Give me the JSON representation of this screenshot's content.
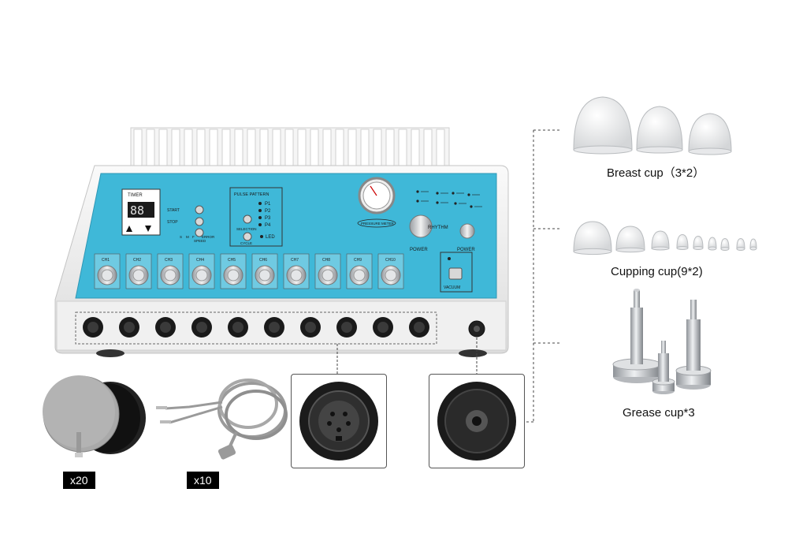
{
  "panel": {
    "timer_label": "TIMER",
    "timer_display": "88",
    "start_label": "START",
    "stop_label": "STOP",
    "speed_label": "SPEED",
    "error_label": "ERROR",
    "sml": [
      "S",
      "M",
      "F"
    ],
    "pulse_pattern_label": "PULSE PATTERN",
    "patterns": [
      "P1",
      "P2",
      "P3",
      "P4"
    ],
    "selection_label": "SELECTION",
    "cycle_label": "CYCLE",
    "led_label": "LED",
    "pressure_meter_label": "PRESSURE METER",
    "rhythm_label": "RHYTHM",
    "power_label_1": "POWER",
    "power_label_2": "POWER",
    "vacuum_label": "VACUUM",
    "channels": [
      "CH1",
      "CH2",
      "CH3",
      "CH4",
      "CH5",
      "CH6",
      "CH7",
      "CH8",
      "CH9",
      "CH10"
    ]
  },
  "accessories": {
    "breast_cup": "Breast cup（3*2）",
    "cupping_cup": "Cupping cup(9*2)",
    "grease_cup": "Grease cup*3",
    "pads_count": "x20",
    "cable_count": "x10"
  },
  "colors": {
    "panel_blue": "#3fb8d8",
    "body_white": "#f2f2f2",
    "knob_silver": "#c9ccd0"
  }
}
